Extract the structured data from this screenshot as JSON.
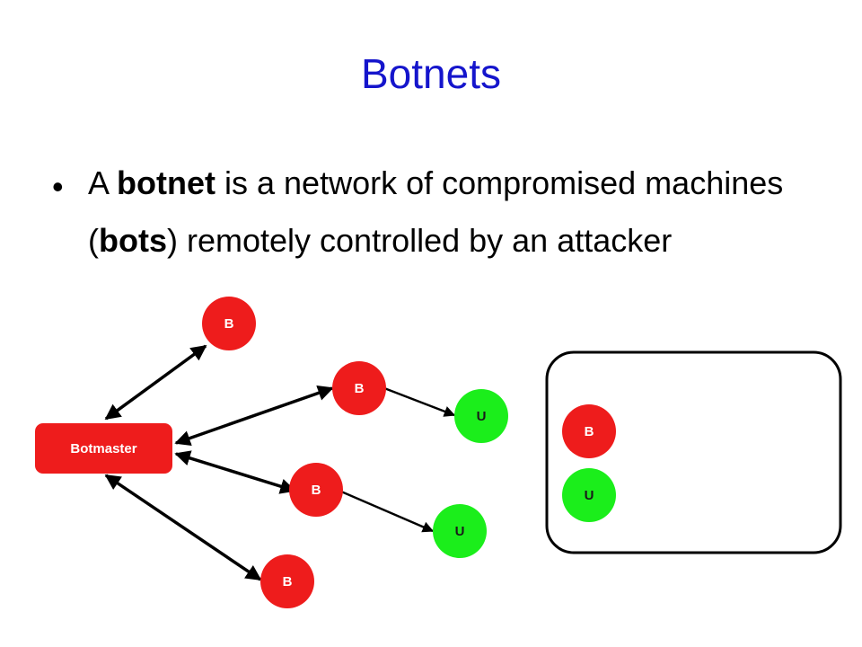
{
  "slide": {
    "title": "Botnets",
    "bullet": {
      "t1": "A ",
      "b1": "botnet",
      "t2": " is a network of compromised machines (",
      "b2": "bots",
      "t3": ") remotely controlled by an attacker"
    }
  },
  "diagram": {
    "botmaster_label": "Botmaster",
    "bot_label": "B",
    "user_label": "U",
    "legend": {
      "bot_label": "B",
      "user_label": "U"
    }
  },
  "colors": {
    "title": "#1515cc",
    "bot_fill": "#ee1c1c",
    "user_fill": "#1bee1b",
    "text": "#000000",
    "bot_text": "#ffffff",
    "user_text": "#1a1a1a"
  }
}
